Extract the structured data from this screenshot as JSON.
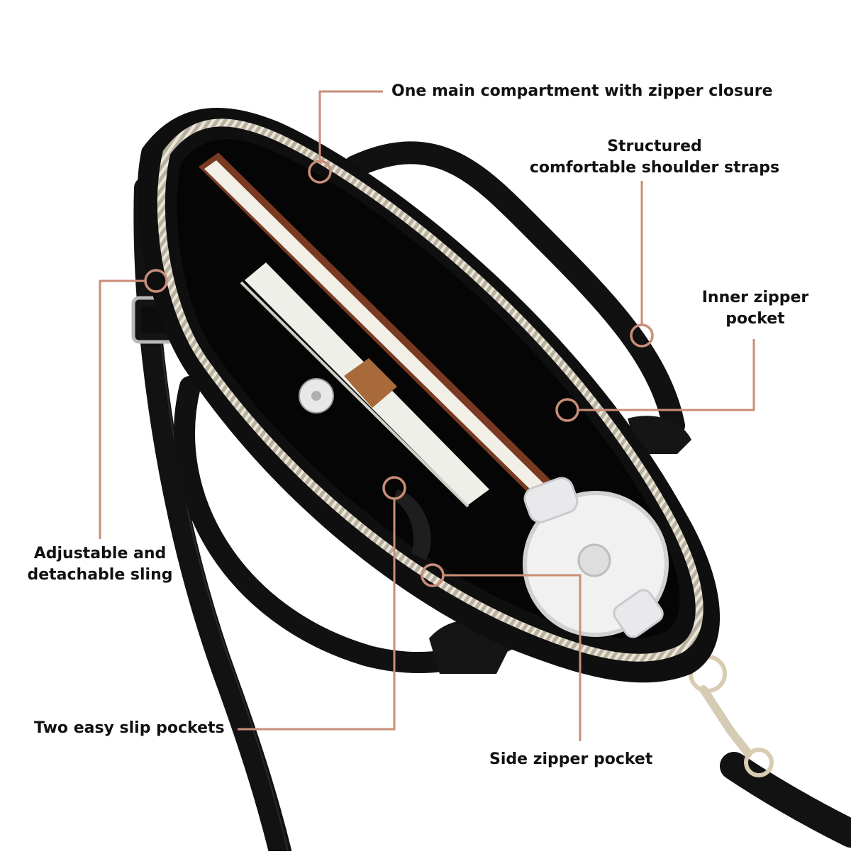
{
  "callouts": {
    "main_compartment": "One main compartment with zipper closure",
    "shoulder_straps_line1": "Structured",
    "shoulder_straps_line2": "comfortable shoulder straps",
    "inner_pocket_line1": "Inner zipper",
    "inner_pocket_line2": "pocket",
    "sling_line1": "Adjustable and",
    "sling_line2": "detachable sling",
    "slip_pockets": "Two easy slip pockets",
    "side_pocket": "Side zipper pocket"
  },
  "colors": {
    "accent": "#c98e78",
    "text": "#111111",
    "bag": "#0f0f10",
    "zipper": "#c8bfae",
    "book_brown": "#7a3a22",
    "book_pages": "#efefe9"
  }
}
